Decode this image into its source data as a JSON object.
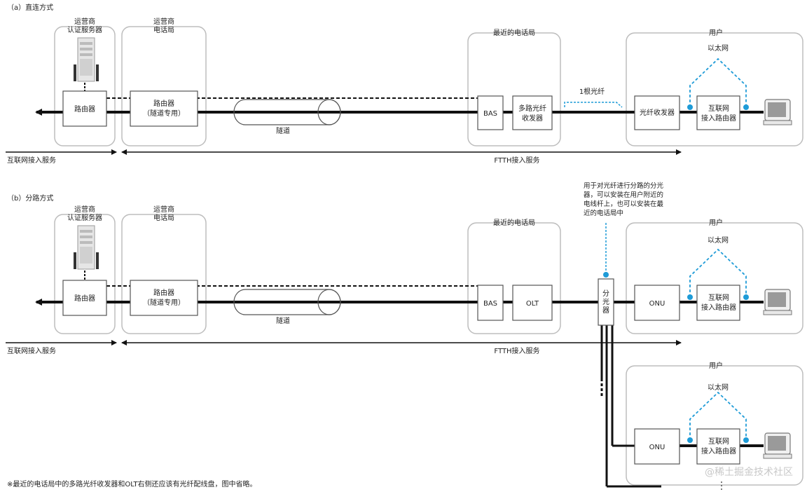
{
  "section_a": {
    "title": "（a）直连方式",
    "auth_server_group": [
      "运营商",
      "认证服务器"
    ],
    "carrier_office": [
      "运营商",
      "电话局"
    ],
    "nearest_office": "最近的电话局",
    "user": "用户",
    "router": "路由器",
    "tunnel_router": [
      "路由器",
      "（隧道专用）"
    ],
    "tunnel": "隧道",
    "bas": "BAS",
    "multi_transceiver": [
      "多路光纤",
      "收发器"
    ],
    "fiber": "1根光纤",
    "fiber_transceiver": "光纤收发器",
    "ethernet": "以太网",
    "internet_router": [
      "互联网",
      "接入路由器"
    ],
    "internet_service": "互联网接入服务",
    "ftth_service": "FTTH接入服务"
  },
  "section_b": {
    "title": "（b）分路方式",
    "auth_server_group": [
      "运营商",
      "认证服务器"
    ],
    "carrier_office": [
      "运营商",
      "电话局"
    ],
    "nearest_office": "最近的电话局",
    "user": "用户",
    "router": "路由器",
    "tunnel_router": [
      "路由器",
      "（隧道专用）"
    ],
    "tunnel": "隧道",
    "bas": "BAS",
    "olt": "OLT",
    "splitter": [
      "分",
      "光",
      "器"
    ],
    "splitter_note": [
      "用于对光纤进行分路的分光",
      "器，可以安装在用户附近的",
      "电线杆上，也可以安装在最",
      "近的电话局中"
    ],
    "onu": "ONU",
    "ethernet": "以太网",
    "internet_router": [
      "互联网",
      "接入路由器"
    ],
    "internet_service": "互联网接入服务",
    "ftth_service": "FTTH接入服务",
    "user2": "用户",
    "onu2": "ONU",
    "ethernet2": "以太网",
    "internet_router2": [
      "互联网",
      "接入路由器"
    ]
  },
  "footnote": "※最近的电话局中的多路光纤收发器和OLT右侧还应该有光纤配线盘，图中省略。",
  "watermark": "@稀土掘金技术社区",
  "colors": {
    "dashed_link": "#1e9bd7",
    "group_border": "#bdbdbd",
    "line": "#111111"
  }
}
